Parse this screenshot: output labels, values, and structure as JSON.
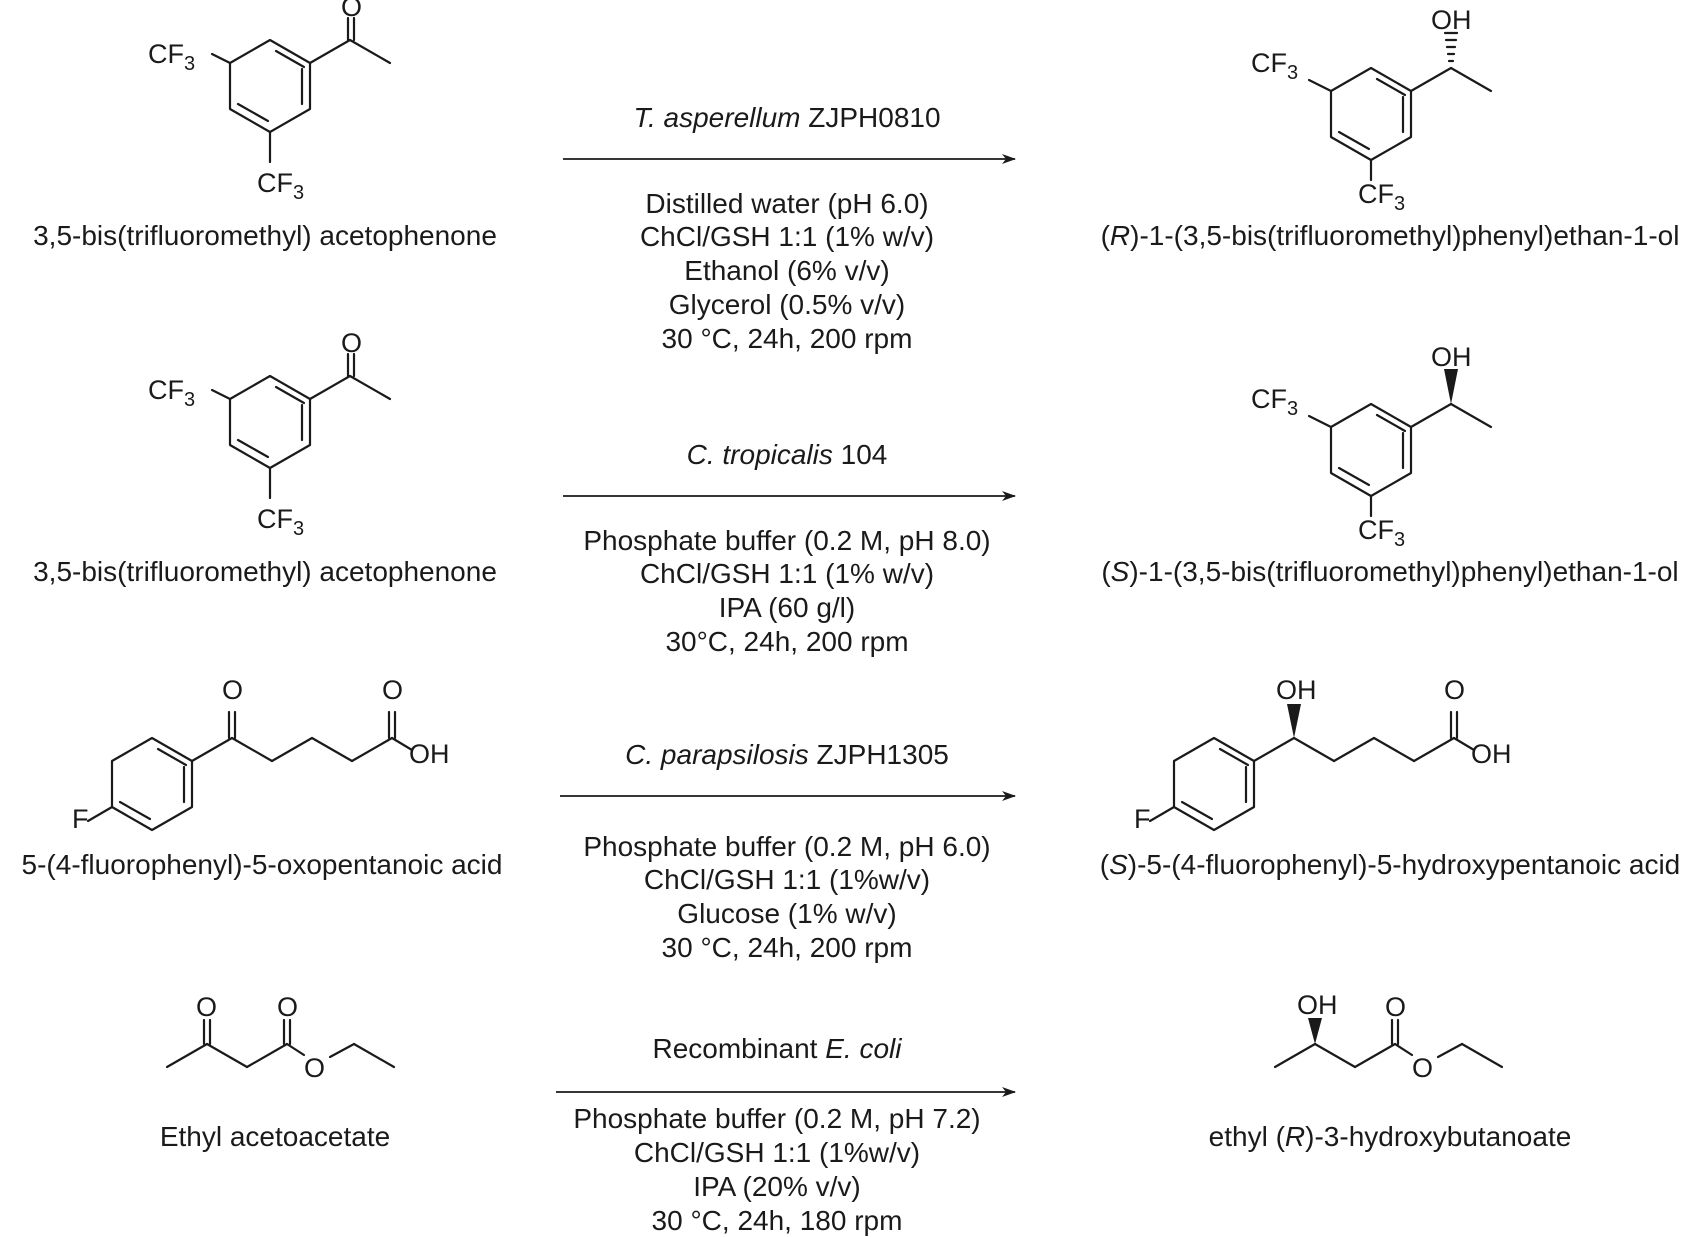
{
  "atoms": {
    "O": "O",
    "OH": "OH",
    "F": "F",
    "CF": "CF",
    "three": "3"
  },
  "reactions": [
    {
      "reactant": "3,5-bis(trifluoromethyl) acetophenone",
      "product": "(R)-1-(3,5-bis(trifluoromethyl)phenyl)ethan-1-ol",
      "product_prefix": "(",
      "product_italic": "R",
      "product_rest": ")-1-(3,5-bis(trifluoromethyl)phenyl)ethan-1-ol",
      "catalyst_italic": "T. asperellum",
      "catalyst_rest": " ZJPH0810",
      "conditions": [
        "Distilled water (pH 6.0)",
        "ChCl/GSH 1:1 (1% w/v)",
        "Ethanol (6% v/v)",
        "Glycerol (0.5% v/v)",
        "30 °C, 24h, 200 rpm"
      ]
    },
    {
      "reactant": "3,5-bis(trifluoromethyl) acetophenone",
      "product": "(S)-1-(3,5-bis(trifluoromethyl)phenyl)ethan-1-ol",
      "product_prefix": "(",
      "product_italic": "S",
      "product_rest": ")-1-(3,5-bis(trifluoromethyl)phenyl)ethan-1-ol",
      "catalyst_italic": "C. tropicalis",
      "catalyst_rest": " 104",
      "conditions": [
        "Phosphate buffer (0.2 M, pH 8.0)",
        "ChCl/GSH 1:1 (1% w/v)",
        "IPA (60 g/l)",
        "30°C, 24h, 200 rpm"
      ]
    },
    {
      "reactant": "5-(4-fluorophenyl)-5-oxopentanoic acid",
      "product": "(S)-5-(4-fluorophenyl)-5-hydroxypentanoic acid",
      "product_prefix": "(",
      "product_italic": "S",
      "product_rest": ")-5-(4-fluorophenyl)-5-hydroxypentanoic  acid",
      "catalyst_italic": "C. parapsilosis",
      "catalyst_rest": " ZJPH1305",
      "conditions": [
        "Phosphate buffer (0.2 M, pH 6.0)",
        "ChCl/GSH 1:1 (1%w/v)",
        "Glucose (1% w/v)",
        "30 °C, 24h, 200 rpm"
      ]
    },
    {
      "reactant": "Ethyl acetoacetate",
      "product": "ethyl (R)-3-hydroxybutanoate",
      "product_prefix": "ethyl (",
      "product_italic": "R",
      "product_rest": ")-3-hydroxybutanoate",
      "catalyst_prefix": "Recombinant ",
      "catalyst_italic": "E. coli",
      "conditions": [
        "Phosphate buffer (0.2 M, pH 7.2)",
        "ChCl/GSH 1:1 (1%w/v)",
        "IPA (20% v/v)",
        "30 °C, 24h, 180 rpm"
      ]
    }
  ]
}
